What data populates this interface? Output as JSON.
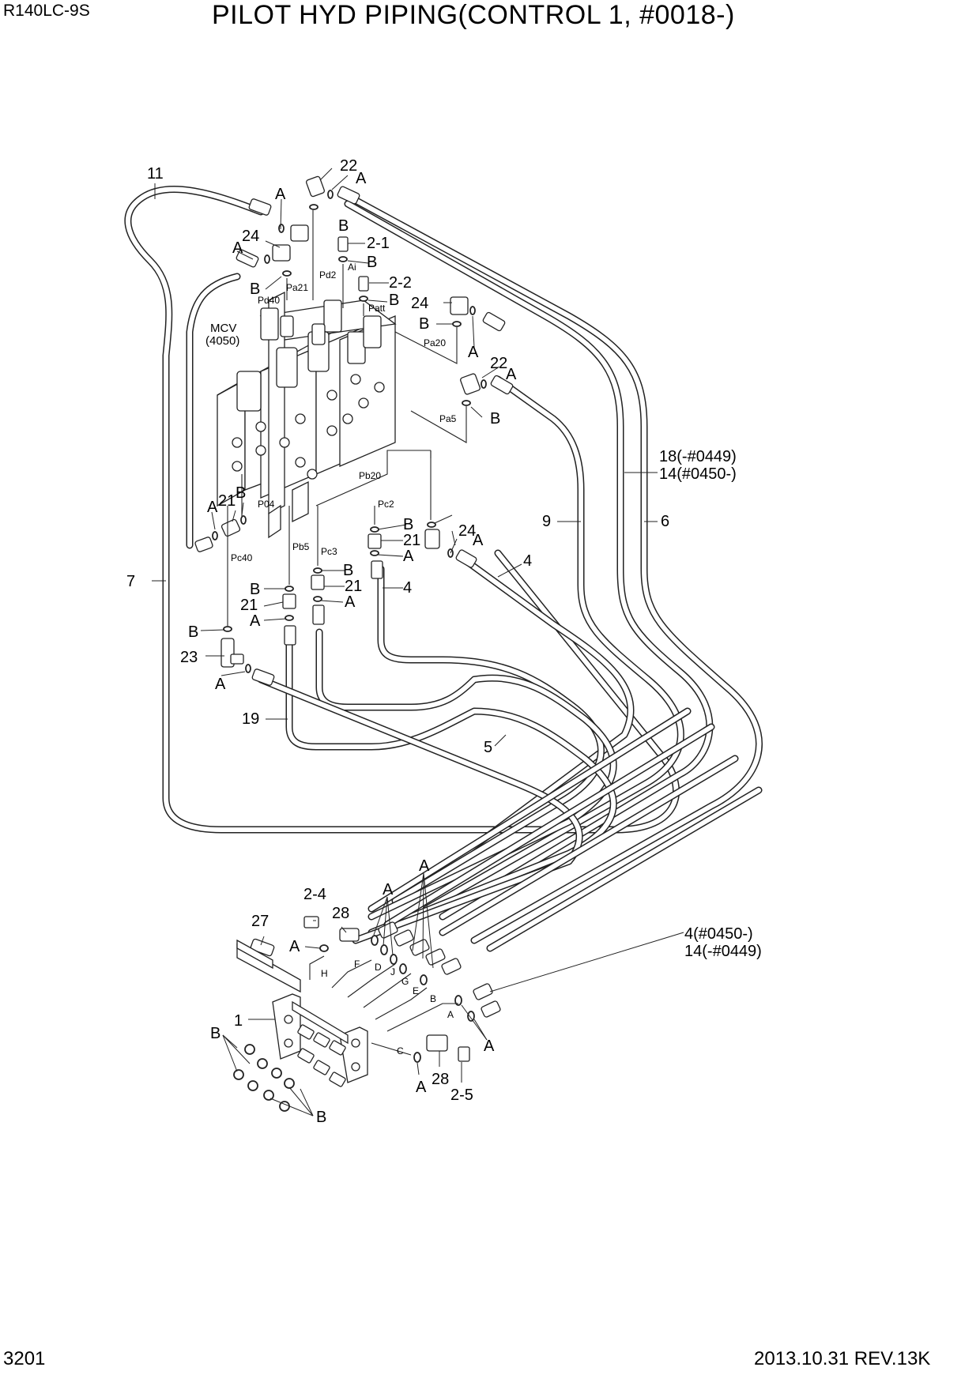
{
  "header": {
    "model": "R140LC-9S",
    "title": "PILOT HYD PIPING(CONTROL 1, #0018-)"
  },
  "footer": {
    "page_number": "3201",
    "revision": "2013.10.31  REV.13K"
  },
  "labels": {
    "l11": "11",
    "l22a": "22",
    "lA1": "A",
    "lA2": "A",
    "lB1": "B",
    "l24a": "24",
    "lA3": "A",
    "l21a": "2-1",
    "lB2": "B",
    "lB3": "B",
    "l22b": "2-2",
    "lB4": "B",
    "l24b": "24",
    "lB5": "B",
    "lA4": "A",
    "l22c": "22",
    "lA5": "A",
    "lB6": "B",
    "l18": "18(-#0449)",
    "l14": "14(#0450-)",
    "l9": "9",
    "l6": "6",
    "l4a": "4",
    "lA6": "A",
    "l21b": "21",
    "lB7": "B",
    "lB8": "B",
    "l21c": "21",
    "lA7": "A",
    "l24c": "24",
    "lA8": "A",
    "lB9": "B",
    "l21d": "21",
    "lA9": "A",
    "l4b": "4",
    "l7": "7",
    "lB10": "B",
    "l21e": "21",
    "lA10": "A",
    "lB11": "B",
    "l23": "23",
    "lA11": "A",
    "l19": "19",
    "l5": "5",
    "lA12": "A",
    "lA13": "A",
    "l24d": "2-4",
    "l28a": "28",
    "l27": "27",
    "lA14": "A",
    "l4c": "4(#0450-)",
    "l14b": "14(-#0449)",
    "l1": "1",
    "lB12": "B",
    "lA15": "A",
    "l28b": "28",
    "lA16": "A",
    "l25": "2-5",
    "lB13": "B"
  },
  "ports": {
    "pd40": "Pd40",
    "pa21": "Pa21",
    "pd2": "Pd2",
    "ai": "Ai",
    "patt": "Patt",
    "pa20": "Pa20",
    "pa5": "Pa5",
    "pb20": "Pb20",
    "pc2": "Pc2",
    "p04": "P04",
    "pb5": "Pb5",
    "pc3": "Pc3",
    "pc40": "Pc40",
    "mcv": "MCV",
    "mcv_no": "(4050)",
    "h": "H",
    "f": "F",
    "d": "D",
    "j": "J",
    "g": "G",
    "e": "E",
    "b": "B",
    "a": "A",
    "c": "C"
  }
}
